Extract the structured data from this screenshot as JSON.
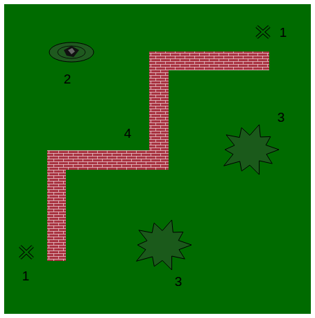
{
  "diagram": {
    "labels": [
      "1",
      "2",
      "4",
      "3",
      "1",
      "3"
    ]
  }
}
